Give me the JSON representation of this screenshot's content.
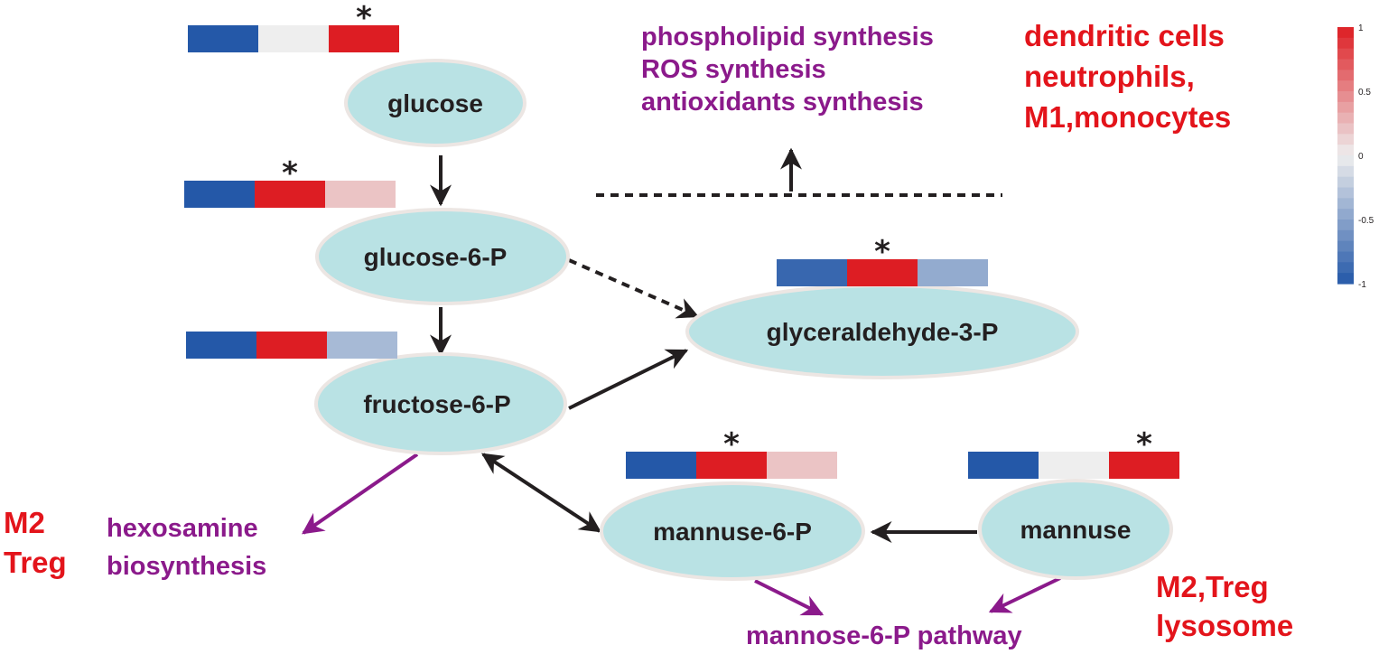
{
  "colors": {
    "node_fill": "#b9e2e4",
    "node_stroke": "#ece6e3",
    "purple": "#8b1a8b",
    "red": "#e3141b",
    "arrow": "#231f20"
  },
  "nodes": {
    "glucose": "glucose",
    "glucose6p": "glucose-6-P",
    "fructose6p": "fructose-6-P",
    "glyceraldehyde3p": "glyceraldehyde-3-P",
    "mannuse6p": "mannuse-6-P",
    "mannuse": "mannuse"
  },
  "heatbars": {
    "star": "*",
    "glucose": {
      "values": [
        -1,
        0,
        1
      ],
      "significant": true,
      "star_cell": 2
    },
    "glucose6p": {
      "values": [
        -1,
        1,
        0.2
      ],
      "significant": true,
      "star_cell": 1
    },
    "fructose6p": {
      "values": [
        -1,
        1,
        -0.35
      ],
      "significant": false,
      "star_cell": null
    },
    "glyceraldehyde3p": {
      "values": [
        -0.9,
        1,
        -0.45
      ],
      "significant": true,
      "star_cell": 1
    },
    "mannuse6p": {
      "values": [
        -1,
        1,
        0.2
      ],
      "significant": true,
      "star_cell": 1
    },
    "mannuse": {
      "values": [
        -1,
        0,
        1
      ],
      "significant": true,
      "star_cell": 2
    }
  },
  "purple_labels": {
    "top": [
      "phospholipid synthesis",
      "ROS synthesis",
      "antioxidants synthesis"
    ],
    "hexosamine": [
      "hexosamine",
      "biosynthesis"
    ],
    "mannose_pathway": "mannose-6-P pathway"
  },
  "red_labels": {
    "top_right": [
      "dendritic cells",
      "neutrophils,",
      "M1,monocytes"
    ],
    "left": [
      "M2",
      "Treg"
    ],
    "bottom_right": [
      "M2,Treg",
      "lysosome"
    ]
  },
  "color_scale": {
    "ticks": [
      "1",
      "0.5",
      "0",
      "-0.5",
      "-1"
    ],
    "tick_values": [
      1,
      0.5,
      0,
      -0.5,
      -1
    ],
    "min": -1,
    "max": 1
  }
}
